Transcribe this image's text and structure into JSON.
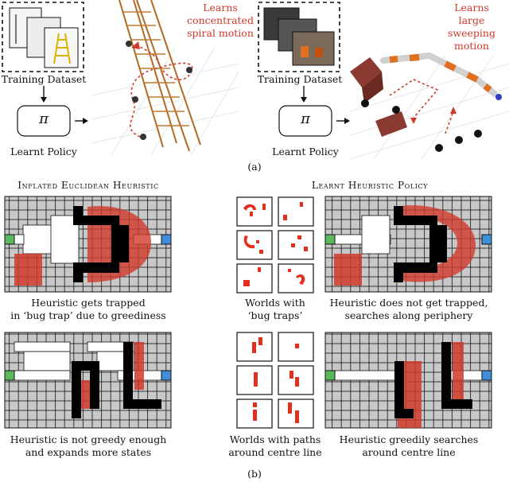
{
  "panel_a": {
    "left": {
      "learns_line1": "Learns",
      "learns_line2": "concentrated",
      "learns_line3": "spiral motion",
      "training_dataset": "Training Dataset",
      "policy_symbol": "π",
      "learnt_policy": "Learnt Policy"
    },
    "right": {
      "learns_line1": "Learns",
      "learns_line2": "large sweeping",
      "learns_line3": "motion",
      "training_dataset": "Training Dataset",
      "policy_symbol": "π",
      "learnt_policy": "Learnt Policy"
    },
    "label": "(a)"
  },
  "panel_b": {
    "left_title": "Inflated Euclidean Heuristic",
    "right_title": "Learnt Heuristic Policy",
    "captions": {
      "r1_left_1": "Heuristic gets trapped",
      "r1_left_2": "in ‘bug trap’ due to greediness",
      "r1_mid_1": "Worlds with",
      "r1_mid_2": "‘bug traps’",
      "r1_right_1": "Heuristic does not get trapped,",
      "r1_right_2": "searches along periphery",
      "r2_left_1": "Heuristic is not greedy enough",
      "r2_left_2": "and expands more states",
      "r2_mid_1": "Worlds with paths",
      "r2_mid_2": "around centre line",
      "r2_right_1": "Heuristic greedily searches",
      "r2_right_2": "around centre line"
    },
    "label": "(b)"
  },
  "colors": {
    "accent_red": "#d0392b",
    "grid_gray": "#c8c8c8",
    "start_green": "#5cb85c",
    "goal_blue": "#3f8fd8"
  }
}
